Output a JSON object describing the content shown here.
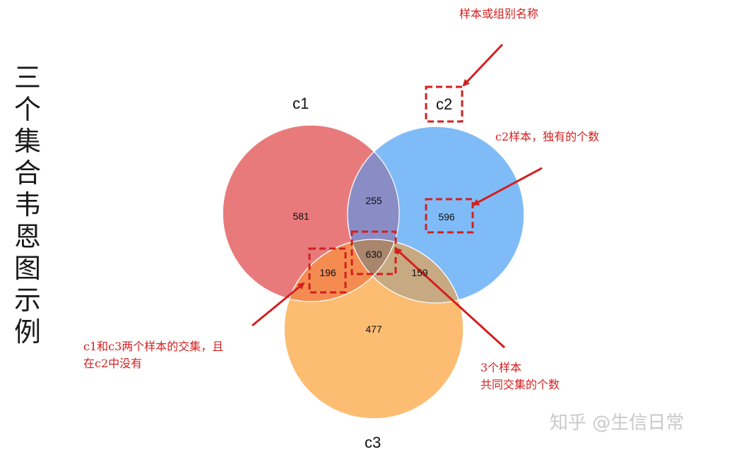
{
  "title": "三个集合韦恩图示例",
  "sets": {
    "c1": {
      "label": "c1",
      "color": "#e97a7b"
    },
    "c2": {
      "label": "c2",
      "color": "#7fbcf7"
    },
    "c3": {
      "label": "c3",
      "color": "#fcbd73"
    }
  },
  "regions": {
    "c1_only": "581",
    "c2_only": "596",
    "c3_only": "477",
    "c1_c2": "255",
    "c1_c3": "196",
    "c2_c3": "159",
    "c1_c2_c3": "630"
  },
  "region_colors": {
    "c1_c2": "#8a8cc6",
    "c1_c3": "#f48c52",
    "c2_c3": "#c7a982",
    "c1_c2_c3": "#a9866d"
  },
  "annotations": {
    "set_name": "样本或组别名称",
    "c2_unique": "c2样本，独有的个数",
    "c1_c3_line1": "c1和c3两个样本的交集，且",
    "c1_c3_line2": "在c2中没有",
    "all_three_line1": "3个样本",
    "all_three_line2": "共同交集的个数"
  },
  "annotation_color": "#d41f1f",
  "watermark": "知乎 @生信日常"
}
